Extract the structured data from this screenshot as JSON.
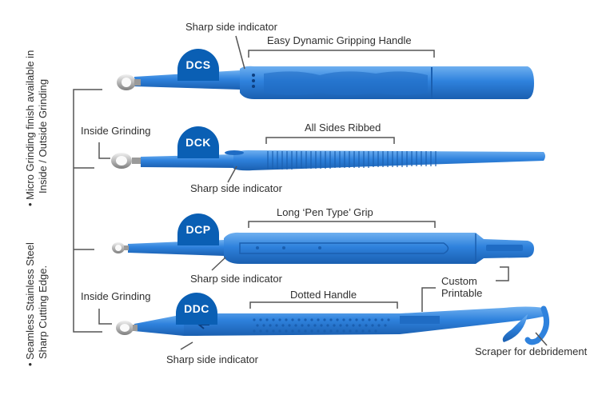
{
  "side_notes": {
    "note_top_line1": "• Micro Grinding finish available in",
    "note_top_line2": "Inside / Outside Grinding",
    "note_bottom_line1": "• Seamless Stainless Steel",
    "note_bottom_line2": "Sharp Cutting Edge."
  },
  "instruments": {
    "dcs": {
      "code": "DCS",
      "sharp_indicator": "Sharp side indicator",
      "handle": "Easy Dynamic Gripping Handle"
    },
    "dck": {
      "code": "DCK",
      "inside_grinding": "Inside Grinding",
      "handle": "All Sides Ribbed",
      "sharp_indicator": "Sharp side indicator"
    },
    "dcp": {
      "code": "DCP",
      "handle": "Long ‘Pen Type’ Grip",
      "sharp_indicator": "Sharp side indicator"
    },
    "ddc": {
      "code": "DDC",
      "inside_grinding": "Inside Grinding",
      "handle": "Dotted Handle",
      "custom_line1": "Custom",
      "custom_line2": "Printable",
      "sharp_indicator": "Sharp side indicator",
      "scraper": "Scraper for debridement"
    }
  },
  "colors": {
    "instrument_blue": "#2f82dd",
    "badge_blue": "#0a5fb4",
    "line_gray": "#555555"
  }
}
